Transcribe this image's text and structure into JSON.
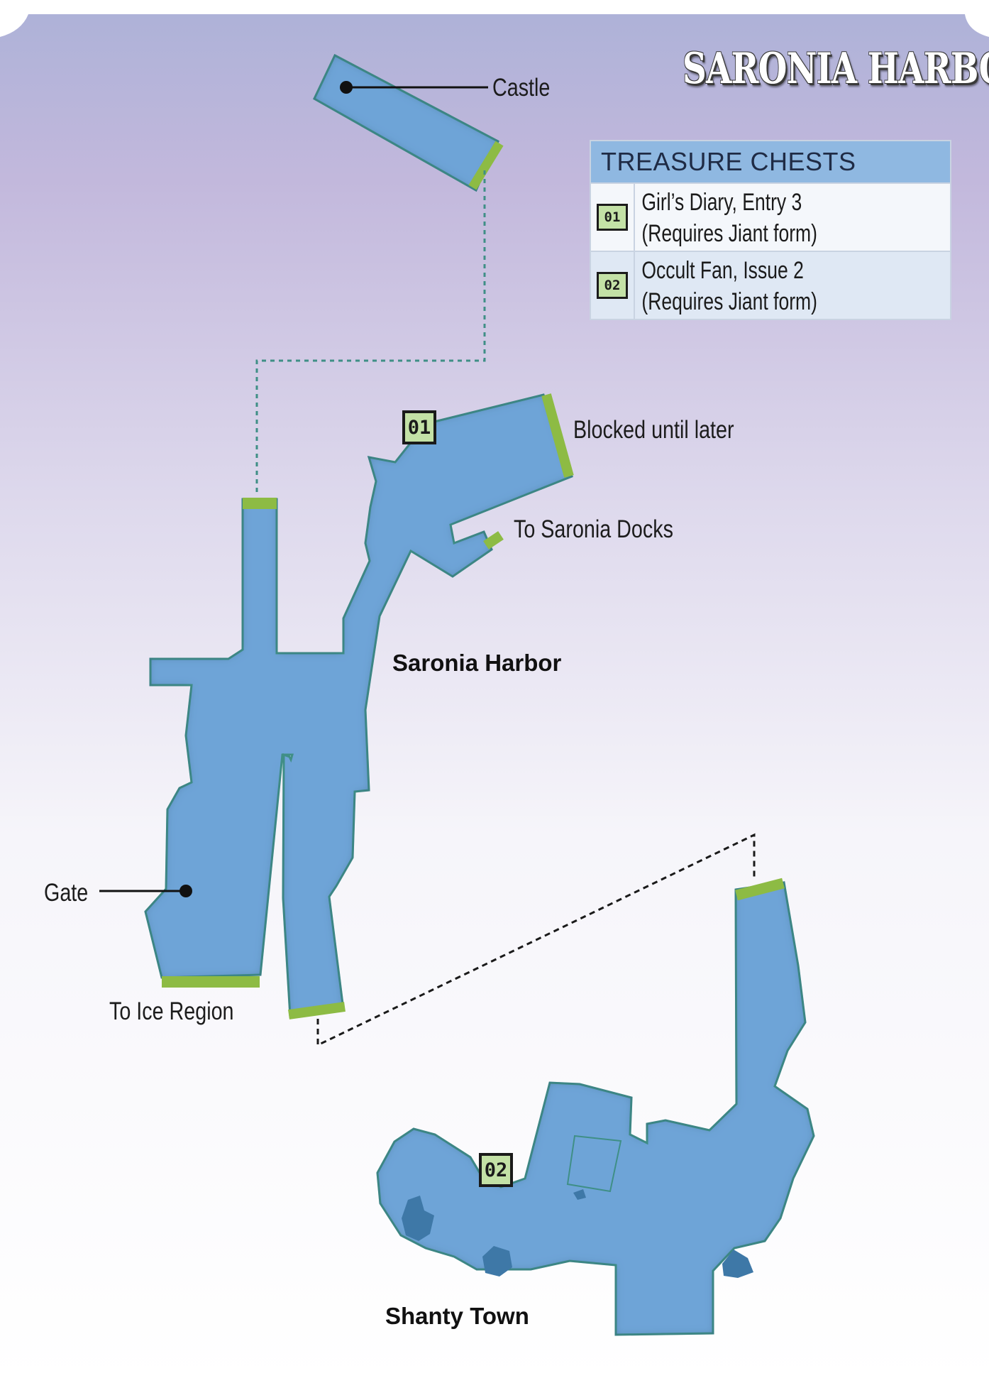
{
  "map": {
    "title": "SARONIA HARBOR",
    "colors": {
      "background_top": "#b3b5d8",
      "background_bottom": "#ffffff",
      "floor": "#6ea4d7",
      "floor_edge": "#3f8f86",
      "exit": "#8dbb44",
      "marker": "#c3e1a6"
    },
    "legend": {
      "title": "TREASURE CHESTS",
      "items": [
        {
          "id": "01",
          "name": "Girl’s Diary, Entry 3",
          "note": "(Requires Jiant form)"
        },
        {
          "id": "02",
          "name": "Occult Fan, Issue 2",
          "note": "(Requires Jiant form)"
        }
      ]
    },
    "areas": {
      "harbor": "Saronia Harbor",
      "shanty": "Shanty Town"
    },
    "labels": {
      "castle": "Castle",
      "blocked": "Blocked until later",
      "docks": "To Saronia Docks",
      "gate": "Gate",
      "ice": "To Ice Region"
    },
    "markers": {
      "chest1": "01",
      "chest2": "02"
    }
  }
}
